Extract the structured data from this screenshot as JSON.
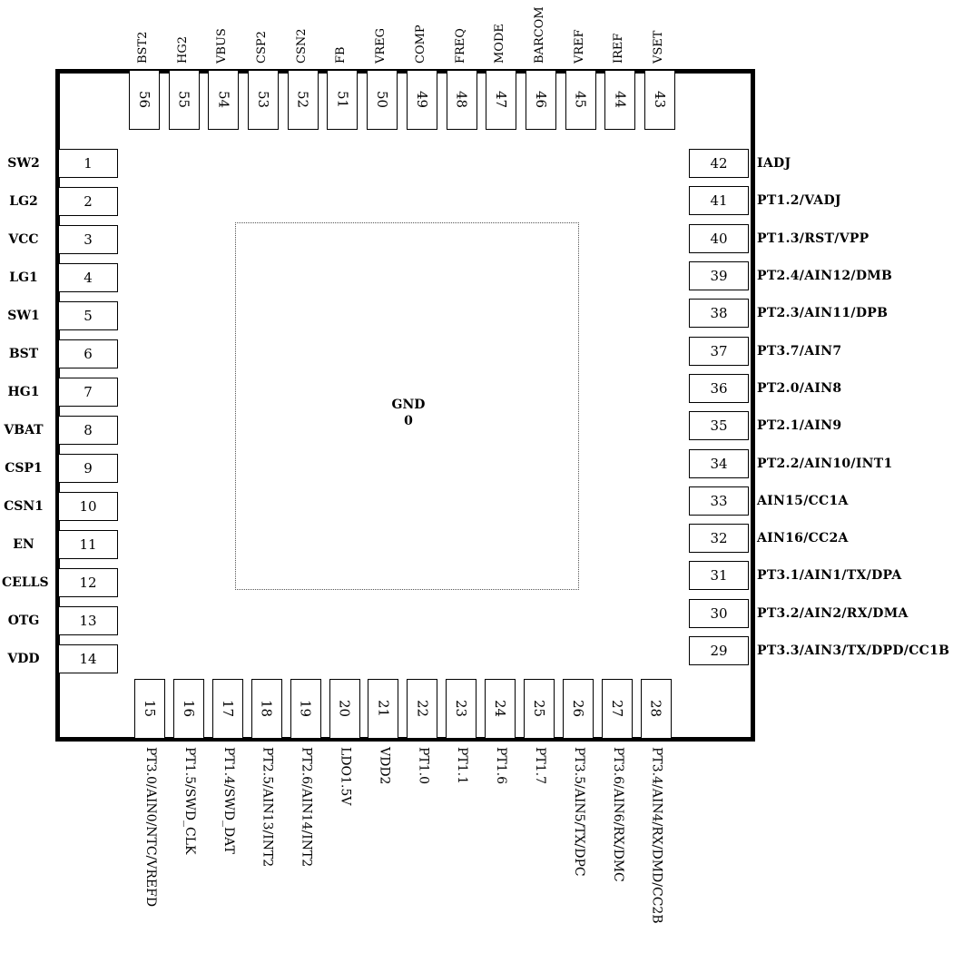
{
  "center": {
    "gnd_label": "GND",
    "gnd_pin": "0"
  },
  "pins": {
    "left": [
      {
        "num": "1",
        "name": "SW2"
      },
      {
        "num": "2",
        "name": "LG2"
      },
      {
        "num": "3",
        "name": "VCC"
      },
      {
        "num": "4",
        "name": "LG1"
      },
      {
        "num": "5",
        "name": "SW1"
      },
      {
        "num": "6",
        "name": "BST"
      },
      {
        "num": "7",
        "name": "HG1"
      },
      {
        "num": "8",
        "name": "VBAT"
      },
      {
        "num": "9",
        "name": "CSP1"
      },
      {
        "num": "10",
        "name": "CSN1"
      },
      {
        "num": "11",
        "name": "EN"
      },
      {
        "num": "12",
        "name": "CELLS"
      },
      {
        "num": "13",
        "name": "OTG"
      },
      {
        "num": "14",
        "name": "VDD"
      }
    ],
    "bottom": [
      {
        "num": "15",
        "name": "PT3.0/AIN0/NTC/VREFD"
      },
      {
        "num": "16",
        "name": "PT1.5/SWD_CLK"
      },
      {
        "num": "17",
        "name": "PT1.4/SWD_DAT"
      },
      {
        "num": "18",
        "name": "PT2.5/AIN13/INT2"
      },
      {
        "num": "19",
        "name": "PT2.6/AIN14/INT2"
      },
      {
        "num": "20",
        "name": "LDO1.5V"
      },
      {
        "num": "21",
        "name": "VDD2"
      },
      {
        "num": "22",
        "name": "PT1.0"
      },
      {
        "num": "23",
        "name": "PT1.1"
      },
      {
        "num": "24",
        "name": "PT1.6"
      },
      {
        "num": "25",
        "name": "PT1.7"
      },
      {
        "num": "26",
        "name": "PT3.5/AIN5/TX/DPC"
      },
      {
        "num": "27",
        "name": "PT3.6/AIN6/RX/DMC"
      },
      {
        "num": "28",
        "name": "PT3.4/AIN4/RX/DMD/CC2B"
      }
    ],
    "right": [
      {
        "num": "29",
        "name": "PT3.3/AIN3/TX/DPD/CC1B"
      },
      {
        "num": "30",
        "name": "PT3.2/AIN2/RX/DMA"
      },
      {
        "num": "31",
        "name": "PT3.1/AIN1/TX/DPA"
      },
      {
        "num": "32",
        "name": "AIN16/CC2A"
      },
      {
        "num": "33",
        "name": "AIN15/CC1A"
      },
      {
        "num": "34",
        "name": "PT2.2/AIN10/INT1"
      },
      {
        "num": "35",
        "name": "PT2.1/AIN9"
      },
      {
        "num": "36",
        "name": "PT2.0/AIN8"
      },
      {
        "num": "37",
        "name": "PT3.7/AIN7"
      },
      {
        "num": "38",
        "name": "PT2.3/AIN11/DPB"
      },
      {
        "num": "39",
        "name": "PT2.4/AIN12/DMB"
      },
      {
        "num": "40",
        "name": "PT1.3/RST/VPP"
      },
      {
        "num": "41",
        "name": "PT1.2/VADJ"
      },
      {
        "num": "42",
        "name": "IADJ"
      }
    ],
    "top": [
      {
        "num": "43",
        "name": "VSET"
      },
      {
        "num": "44",
        "name": "IREF"
      },
      {
        "num": "45",
        "name": "VREF"
      },
      {
        "num": "46",
        "name": "BARCOM"
      },
      {
        "num": "47",
        "name": "MODE"
      },
      {
        "num": "48",
        "name": "FREQ"
      },
      {
        "num": "49",
        "name": "COMP"
      },
      {
        "num": "50",
        "name": "VREG"
      },
      {
        "num": "51",
        "name": "FB"
      },
      {
        "num": "52",
        "name": "CSN2"
      },
      {
        "num": "53",
        "name": "CSP2"
      },
      {
        "num": "54",
        "name": "VBUS"
      },
      {
        "num": "55",
        "name": "HG2"
      },
      {
        "num": "56",
        "name": "BST2"
      }
    ]
  }
}
